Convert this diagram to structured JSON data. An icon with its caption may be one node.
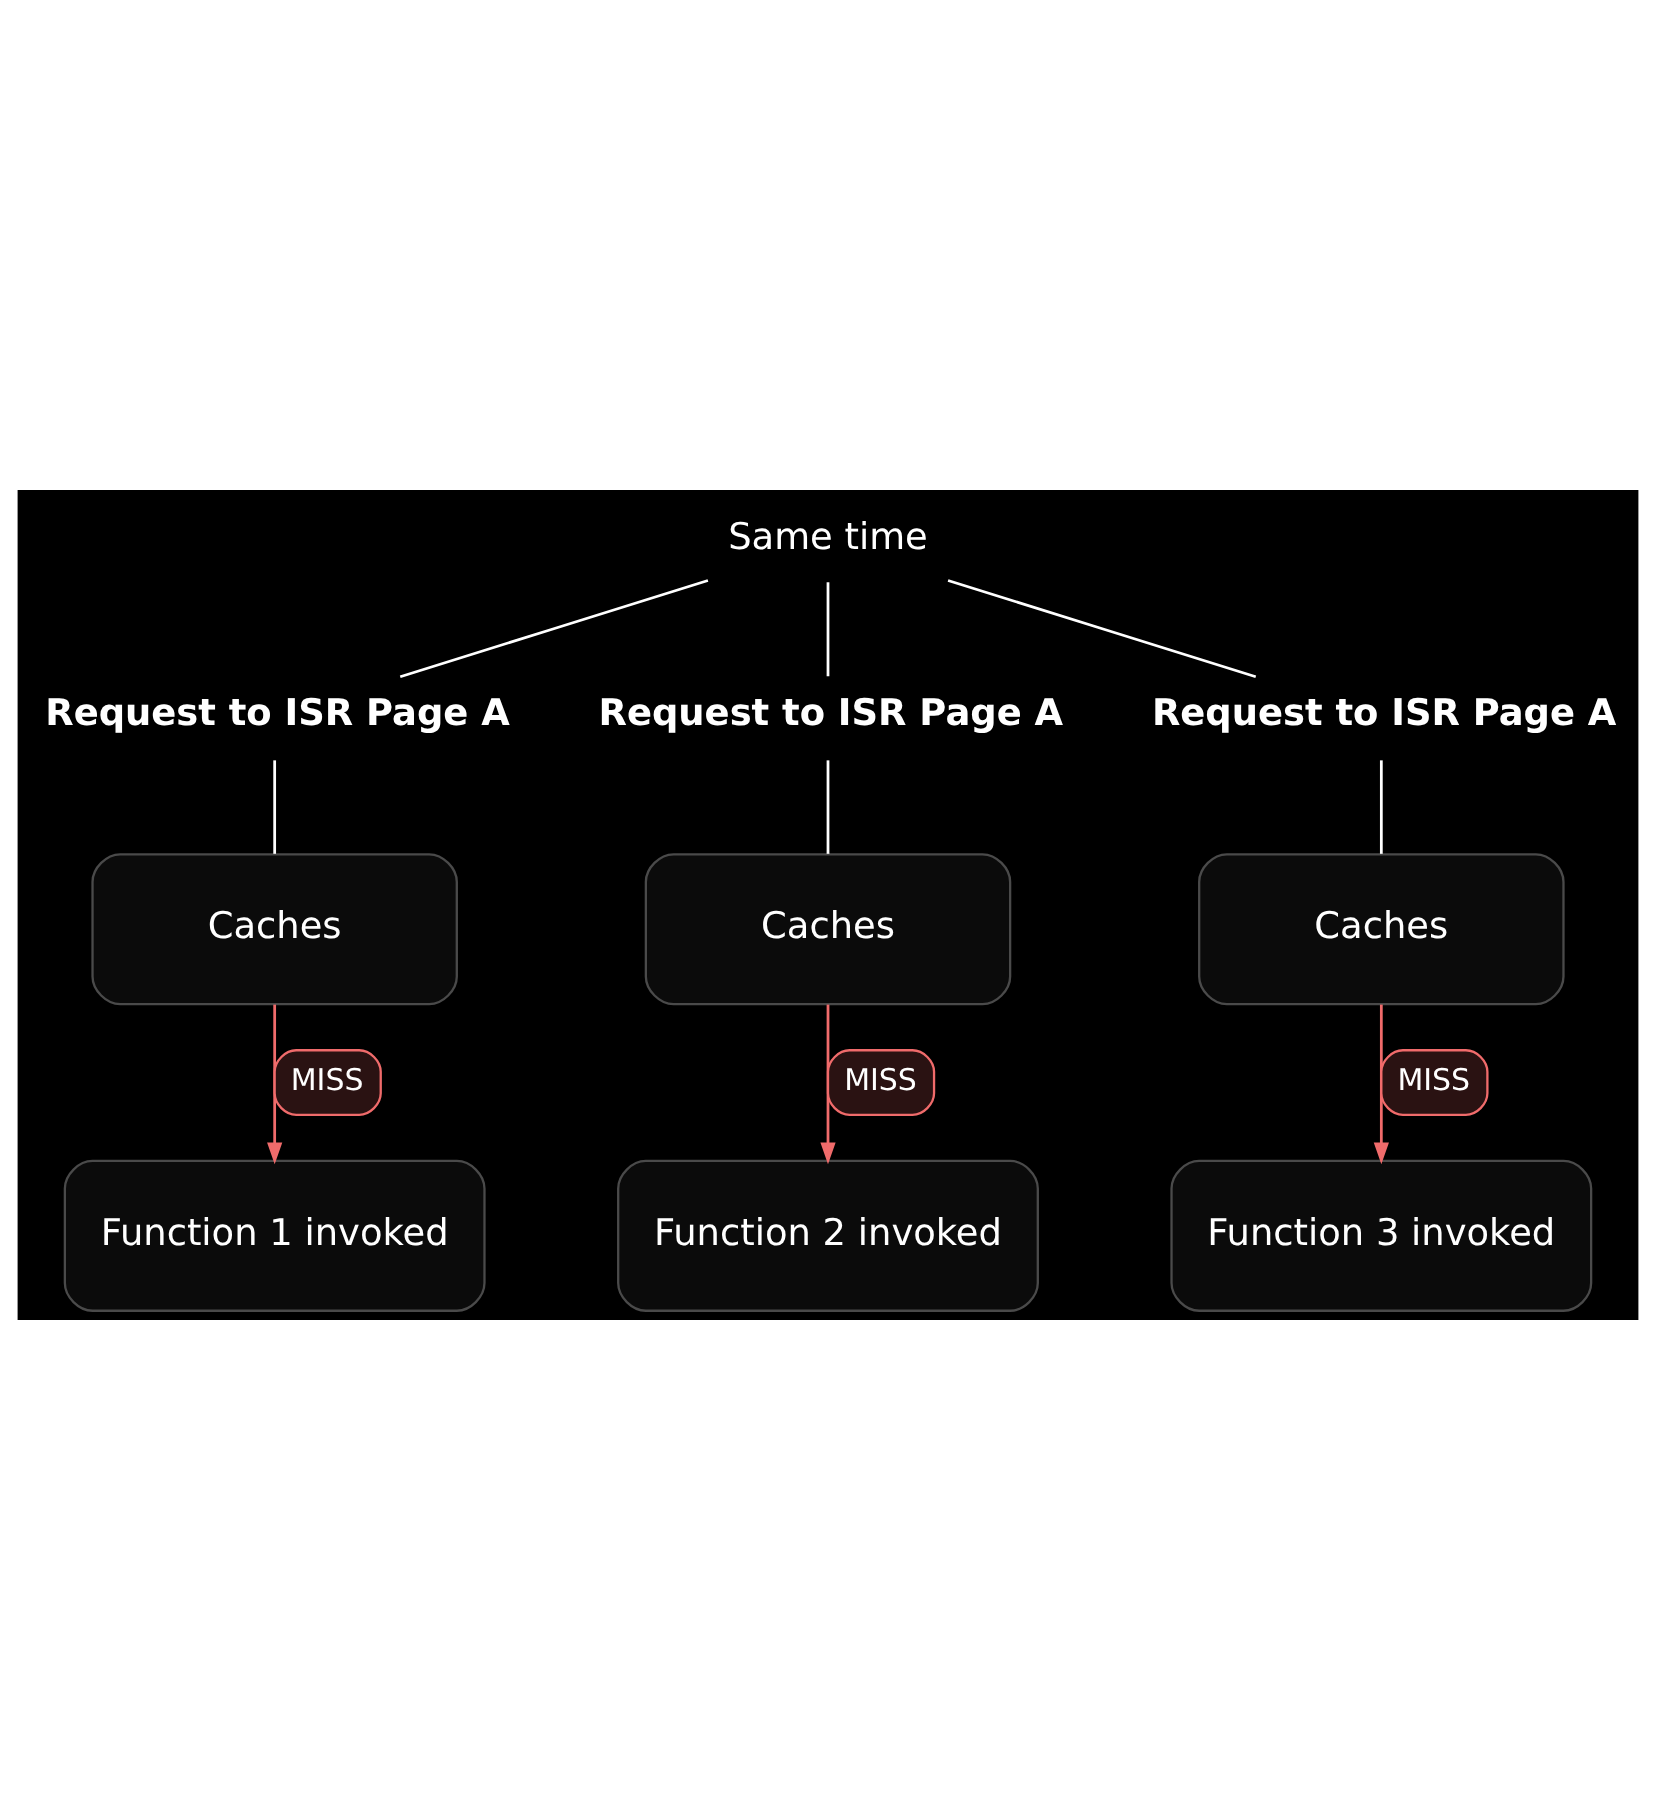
{
  "diagram": {
    "nodes": [
      {
        "text": [
          "Same time"
        ]
      },
      {
        "text": [
          "Request to ISR Page A"
        ]
      },
      {
        "text": [
          "Request to ISR Page A"
        ]
      },
      {
        "text": [
          "Request to ISR Page A"
        ]
      },
      {
        "text": [
          "Caches"
        ]
      },
      {
        "text": [
          "Caches"
        ]
      },
      {
        "text": [
          "Caches"
        ]
      },
      {
        "text": [
          "Function 1 invoked"
        ]
      },
      {
        "text": [
          "Function 2 invoked"
        ]
      },
      {
        "text": [
          "Function 3 invoked"
        ]
      }
    ],
    "edges": [
      {
        "from": 0,
        "to": 1,
        "arrow": "none"
      },
      {
        "from": 0,
        "to": 2,
        "arrow": "none"
      },
      {
        "from": 0,
        "to": 3,
        "arrow": "none"
      },
      {
        "from": 1,
        "to": 4,
        "arrow": "none"
      },
      {
        "from": 2,
        "to": 5,
        "arrow": "none"
      },
      {
        "from": 3,
        "to": 6,
        "arrow": "none"
      },
      {
        "from": 4,
        "to": 7,
        "label": "MISS",
        "arrow": "to",
        "color": "#f06b6b"
      },
      {
        "from": 5,
        "to": 8,
        "label": "MISS",
        "arrow": "to",
        "color": "#f06b6b"
      },
      {
        "from": 6,
        "to": 9,
        "label": "MISS",
        "arrow": "to",
        "color": "#f06b6b"
      }
    ]
  }
}
